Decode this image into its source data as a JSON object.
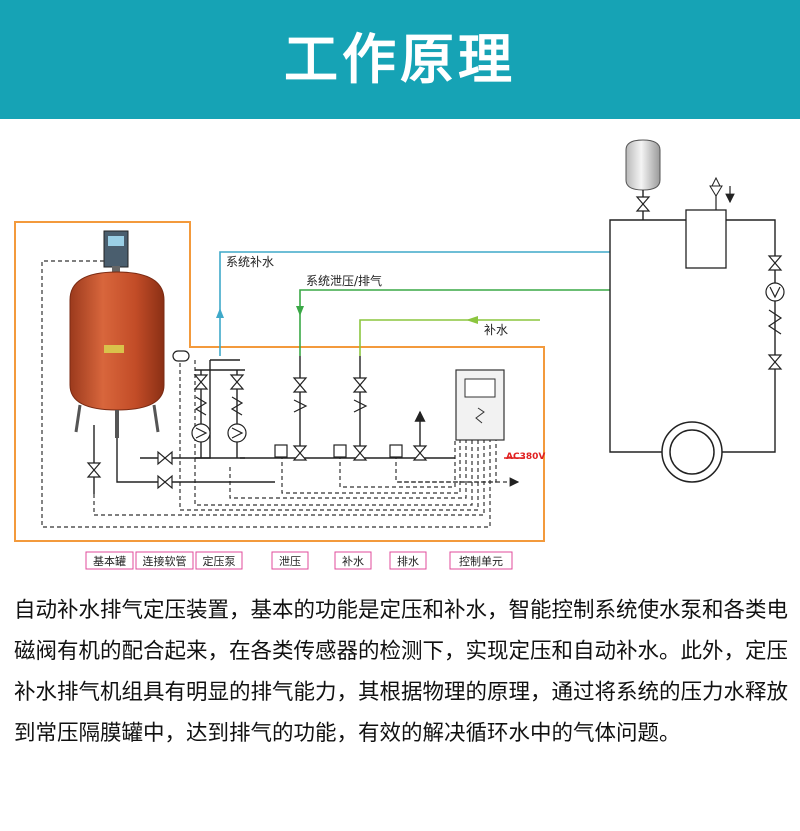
{
  "banner": {
    "title": "工作原理",
    "background": "#16a3b5"
  },
  "diagram": {
    "flow_labels": {
      "system_makeup": "系统补水",
      "system_relief": "系统泄压/排气",
      "makeup": "补水",
      "power": "AC380V"
    },
    "legend": [
      {
        "label": "基本罐"
      },
      {
        "label": "连接软管"
      },
      {
        "label": "定压泵"
      },
      {
        "label": "泄压"
      },
      {
        "label": "补水"
      },
      {
        "label": "排水"
      },
      {
        "label": "控制单元"
      }
    ],
    "colors": {
      "frame_orange": "#f39a3c",
      "legend_magenta": "#e04b9b",
      "blue_line": "#3fa9c9",
      "green_line": "#3aa846",
      "lime_line": "#8cc63f",
      "tank_red": "#c9502c",
      "power_red": "#e02020"
    }
  },
  "description": "自动补水排气定压装置，基本的功能是定压和补水，智能控制系统使水泵和各类电磁阀有机的配合起来，在各类传感器的检测下，实现定压和自动补水。此外，定压补水排气机组具有明显的排气能力，其根据物理的原理，通过将系统的压力水释放到常压隔膜罐中，达到排气的功能，有效的解决循环水中的气体问题。"
}
